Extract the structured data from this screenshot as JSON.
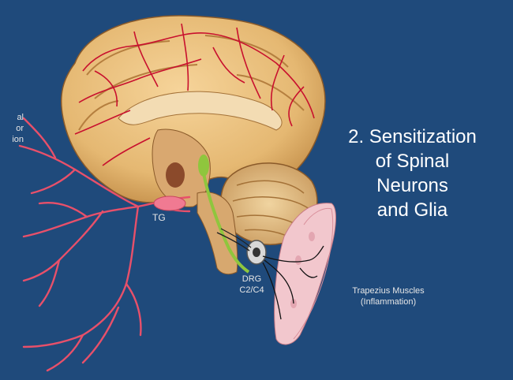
{
  "heading": {
    "lines": [
      "2. Sensitization",
      "of Spinal",
      "Neurons",
      "and Glia"
    ]
  },
  "labels": {
    "left_cut": [
      "al",
      "or",
      "ion"
    ],
    "tg": "TG",
    "drg": [
      "DRG",
      "C2/C4"
    ],
    "trapezius": [
      "Trapezius Muscles",
      "(Inflammation)"
    ]
  },
  "colors": {
    "background": "#1f4a7b",
    "brain": "#e5b872",
    "vessels": "#c8102e",
    "nerves": "#e8506a",
    "spinal_tract": "#8fc63d",
    "muscle": "#f2c7cd"
  }
}
